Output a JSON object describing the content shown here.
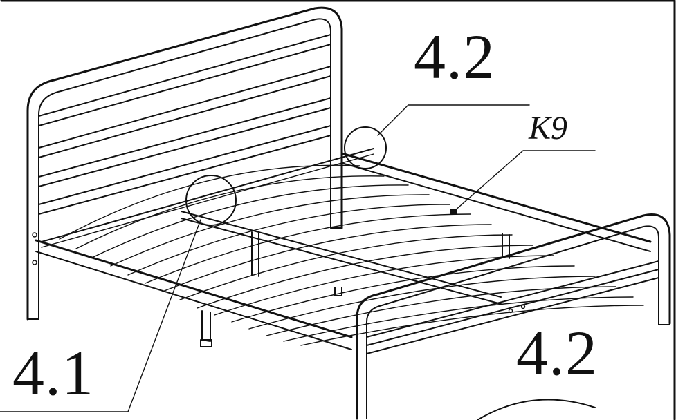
{
  "callouts": {
    "top_right": "4.2",
    "fastener": "K9",
    "bottom_left": "4.1",
    "bottom_right": "4.2"
  },
  "colors": {
    "line": "#111111",
    "background": "#ffffff"
  }
}
